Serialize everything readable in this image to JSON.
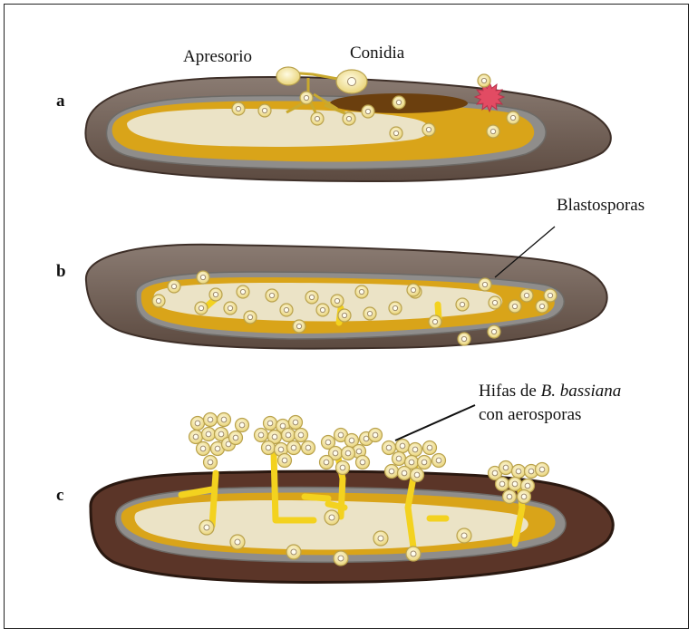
{
  "panels": [
    {
      "letter": "a"
    },
    {
      "letter": "b"
    },
    {
      "letter": "c"
    }
  ],
  "labels": {
    "apresorio": "Apresorio",
    "conidia": "Conidia",
    "blastosporas": "Blastosporas",
    "hifas_prefix": "Hifas de ",
    "hifas_species": "B. bassiana",
    "hifas_line2": "con aerosporas"
  },
  "colors": {
    "cuticle": "#6e5e56",
    "hemolymph": "#d9a419",
    "interior": "#ebe3c6",
    "spore": "#f3e7a6",
    "hypha": "#f3d21f",
    "melanization": "#6b3f0e",
    "lesion": "#e24b63"
  }
}
